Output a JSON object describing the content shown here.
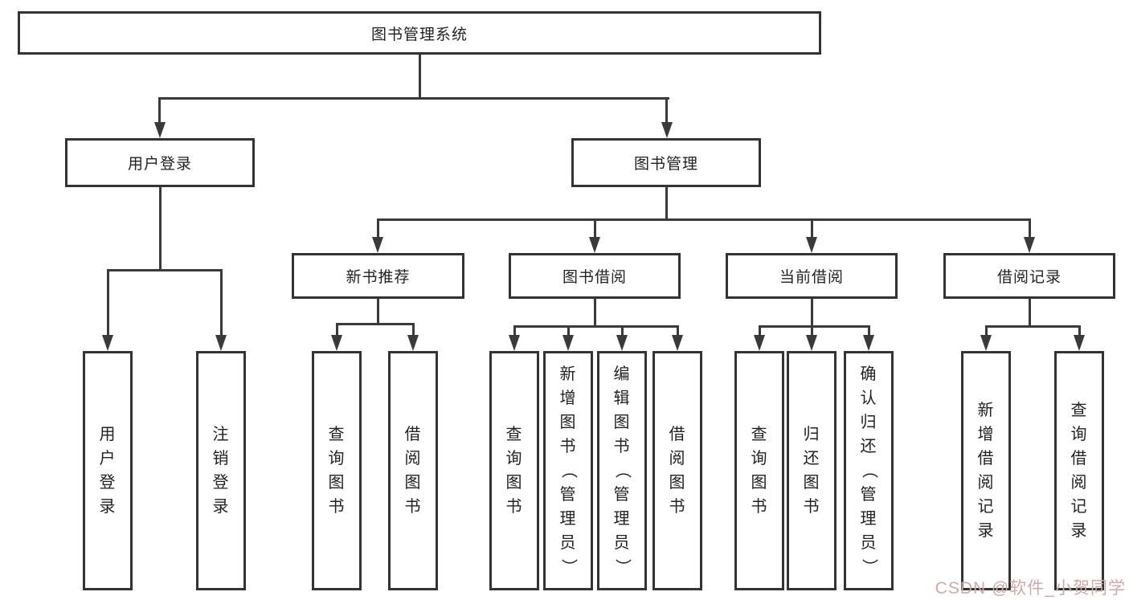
{
  "diagram": {
    "title": "图书管理系统",
    "root": {
      "label": "图书管理系统"
    },
    "level2": [
      "用户登录",
      "图书管理"
    ],
    "level3": [
      "新书推荐",
      "图书借阅",
      "当前借阅",
      "借阅记录"
    ],
    "leaves": {
      "user_login": [
        "用户登录",
        "注销登录"
      ],
      "new_books": [
        "查询图书",
        "借阅图书"
      ],
      "book_borrow": [
        "查询图书",
        "新增图书（管理员）",
        "编辑图书（管理员）",
        "借阅图书"
      ],
      "current_borrow": [
        "查询图书",
        "归还图书",
        "确认归还（管理员）"
      ],
      "borrow_records": [
        "新增借阅记录",
        "查询借阅记录"
      ]
    }
  },
  "watermark": {
    "text": "CSDN @软件_小贺同学",
    "color": "#cfa9a9"
  },
  "colors": {
    "line": "#3a3a3a",
    "box_border": "#333333",
    "text": "#222222",
    "background": "#ffffff"
  }
}
